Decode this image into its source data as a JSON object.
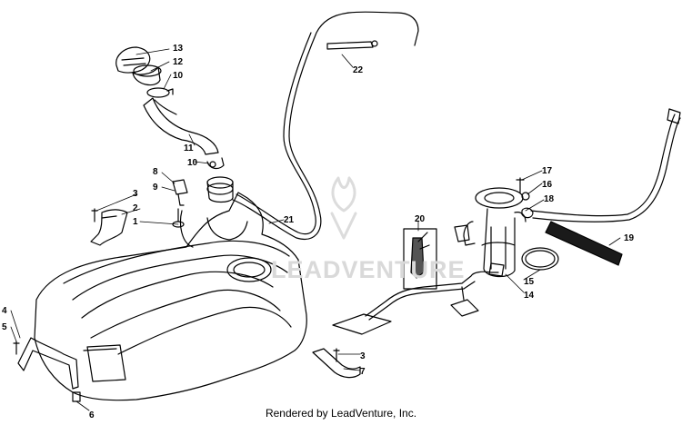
{
  "callouts": [
    {
      "id": "c1",
      "text": "1"
    },
    {
      "id": "c2",
      "text": "2"
    },
    {
      "id": "c3a",
      "text": "3"
    },
    {
      "id": "c3b",
      "text": "3"
    },
    {
      "id": "c4",
      "text": "4"
    },
    {
      "id": "c5",
      "text": "5"
    },
    {
      "id": "c6",
      "text": "6"
    },
    {
      "id": "c7",
      "text": "7"
    },
    {
      "id": "c8",
      "text": "8"
    },
    {
      "id": "c9",
      "text": "9"
    },
    {
      "id": "c10a",
      "text": "10"
    },
    {
      "id": "c10b",
      "text": "10"
    },
    {
      "id": "c11",
      "text": "11"
    },
    {
      "id": "c12",
      "text": "12"
    },
    {
      "id": "c13",
      "text": "13"
    },
    {
      "id": "c14",
      "text": "14"
    },
    {
      "id": "c15",
      "text": "15"
    },
    {
      "id": "c16",
      "text": "16"
    },
    {
      "id": "c17",
      "text": "17"
    },
    {
      "id": "c18",
      "text": "18"
    },
    {
      "id": "c19",
      "text": "19"
    },
    {
      "id": "c20",
      "text": "20"
    },
    {
      "id": "c21",
      "text": "21"
    },
    {
      "id": "c22",
      "text": "22"
    }
  ],
  "watermark": "LEADVENTURE",
  "footer": "Rendered by LeadVenture, Inc."
}
